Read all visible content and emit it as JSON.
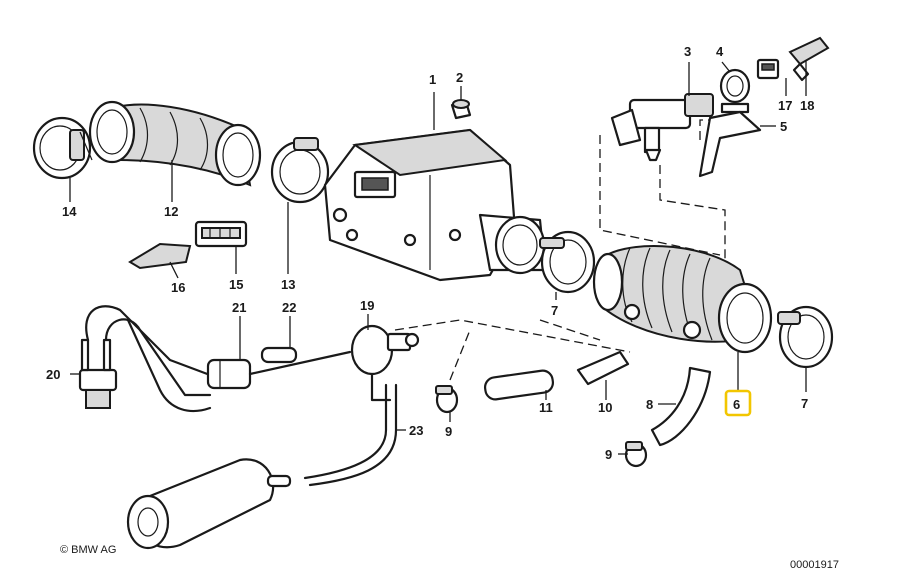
{
  "diagram": {
    "callouts": {
      "p1": "1",
      "p2": "2",
      "p3": "3",
      "p4": "4",
      "p5": "5",
      "p6": "6",
      "p7a": "7",
      "p7b": "7",
      "p8": "8",
      "p9a": "9",
      "p9b": "9",
      "p10": "10",
      "p11": "11",
      "p12": "12",
      "p13": "13",
      "p14": "14",
      "p15": "15",
      "p16": "16",
      "p17": "17",
      "p18": "18",
      "p19": "19",
      "p20": "20",
      "p21": "21",
      "p22": "22",
      "p23": "23"
    },
    "highlight_color": "#f2c600",
    "copyright": "© BMW AG",
    "image_number": "00001917"
  }
}
